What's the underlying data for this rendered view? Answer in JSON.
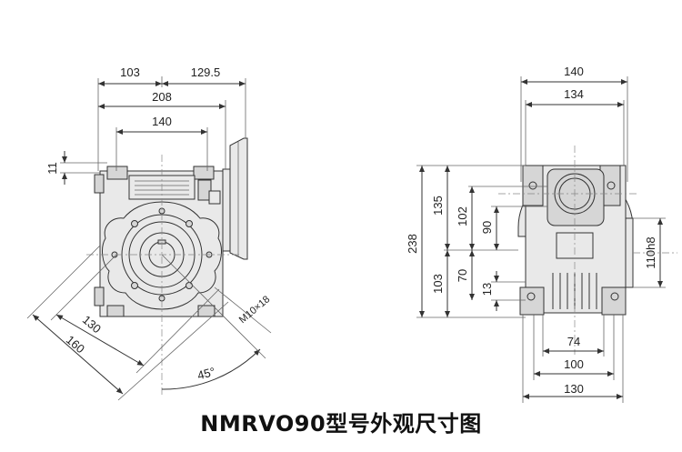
{
  "title": "NMRVO90型号外观尺寸图",
  "dimensions": {
    "front": {
      "d_103": "103",
      "d_129_5": "129.5",
      "d_208": "208",
      "d_140": "140",
      "d_11": "11",
      "d_130": "130",
      "d_160": "160",
      "angle": "45°",
      "thread": "M10×18"
    },
    "side": {
      "w_140": "140",
      "w_134": "134",
      "h_238": "238",
      "h_135": "135",
      "h_103": "103",
      "h_102": "102",
      "h_70": "70",
      "h_90": "90",
      "h_13": "13",
      "shaft": "110h8",
      "b_74": "74",
      "b_100": "100",
      "b_130": "130"
    }
  }
}
